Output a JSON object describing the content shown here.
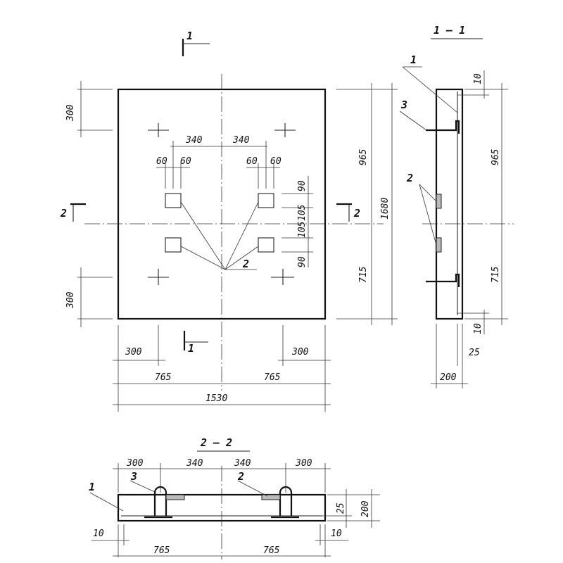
{
  "plan": {
    "section_mark_1": "1",
    "section_mark_2": "2",
    "dims": {
      "d300": "300",
      "d340": "340",
      "d60": "60",
      "d90": "90",
      "d105": "105",
      "d965": "965",
      "d715": "715",
      "d1680": "1680",
      "d765": "765",
      "d1530": "1530"
    },
    "callout_2": "2"
  },
  "section_1_1": {
    "title": "1 — 1",
    "callout_1": "1",
    "callout_2": "2",
    "callout_3": "3",
    "d10": "10",
    "d965": "965",
    "d715": "715",
    "d25": "25",
    "d200": "200"
  },
  "section_2_2": {
    "title": "2 — 2",
    "callout_1": "1",
    "callout_2": "2",
    "callout_3": "3",
    "d300": "300",
    "d340": "340",
    "d10": "10",
    "d25": "25",
    "d200": "200",
    "d765": "765"
  }
}
